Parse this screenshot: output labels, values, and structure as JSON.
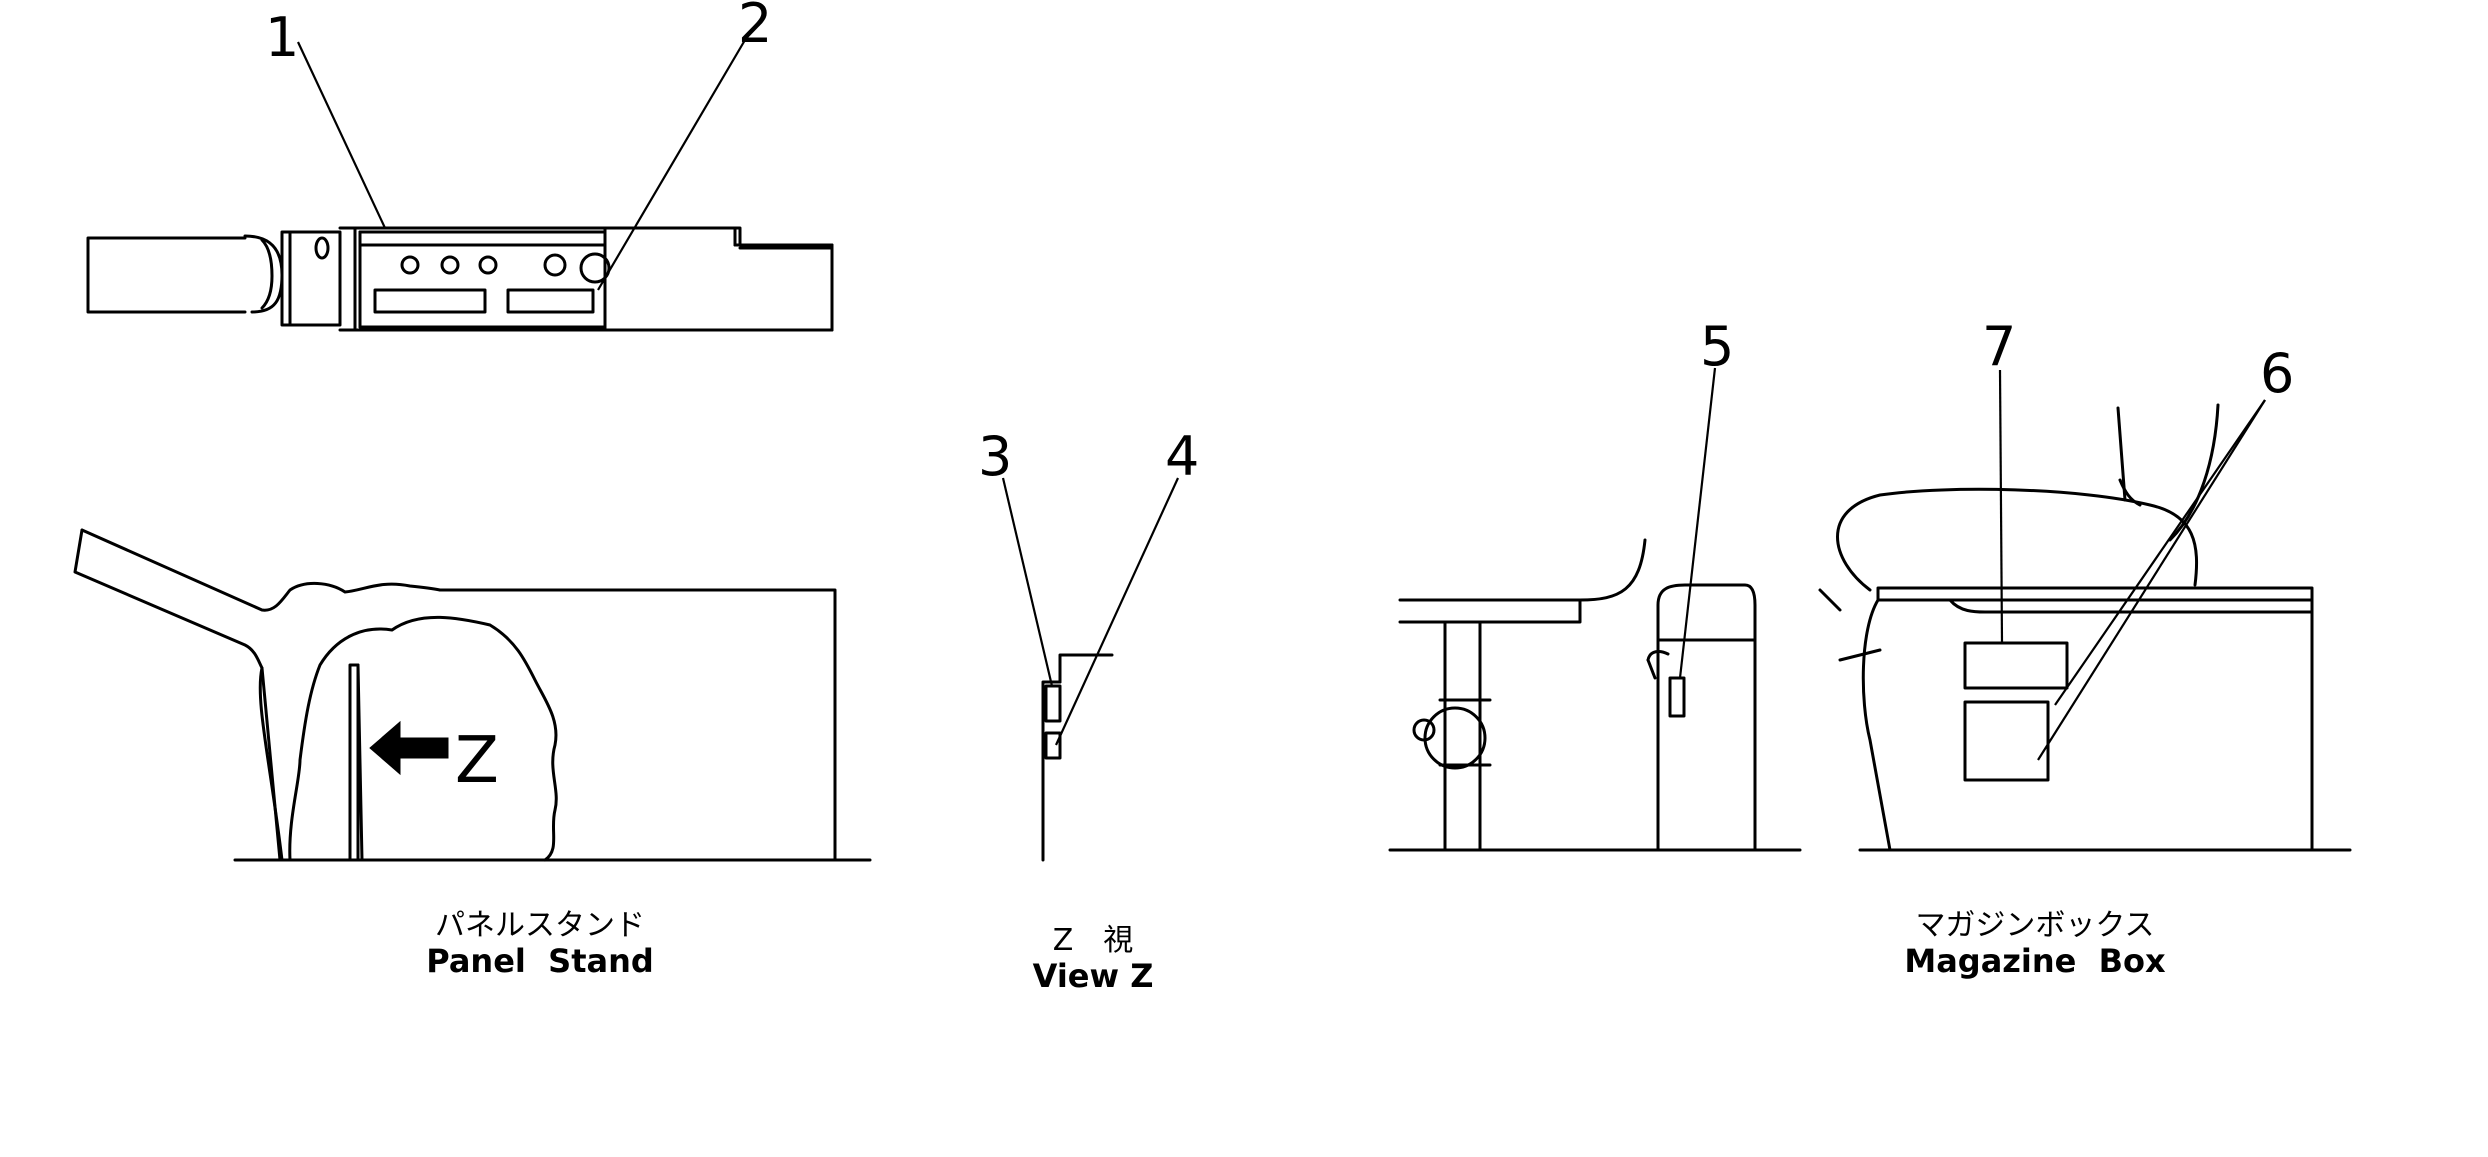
{
  "callouts": {
    "n1": "1",
    "n2": "2",
    "n3": "3",
    "n4": "4",
    "n5": "5",
    "n6": "6",
    "n7": "7"
  },
  "arrow_label": "Z",
  "captions": {
    "panel_stand": {
      "jp": "パネルスタンド",
      "en": "Panel  Stand"
    },
    "view_z": {
      "jp": "Z　視",
      "en": "View Z"
    },
    "magazine_box": {
      "jp": "マガジンボックス",
      "en": "Magazine  Box"
    }
  },
  "icons": {
    "direction_arrow": "left-arrow-icon"
  },
  "colors": {
    "line": "#000000",
    "background": "#ffffff"
  }
}
